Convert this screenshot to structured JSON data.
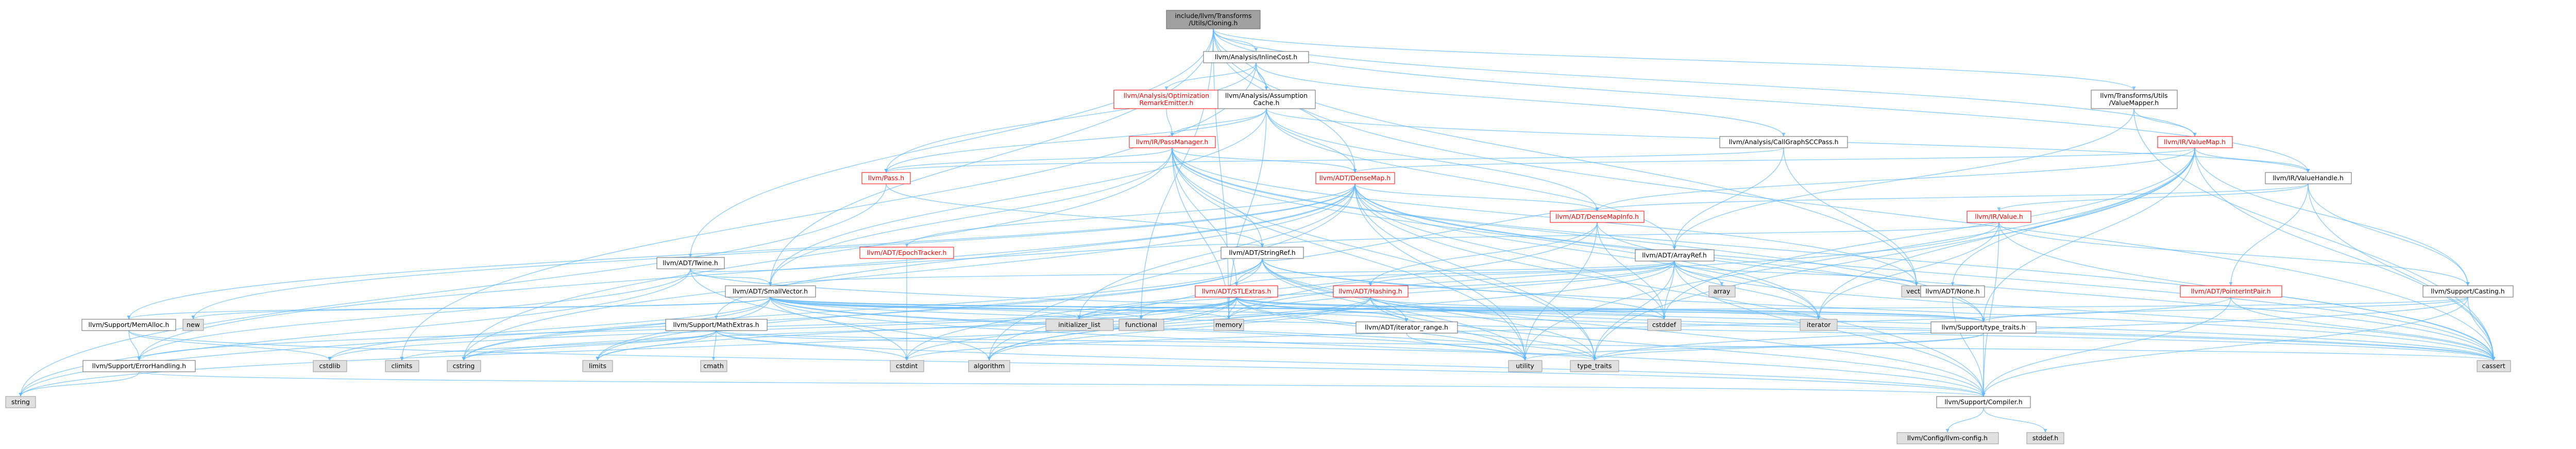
{
  "colors": {
    "edge": "#63b8ff",
    "edge_red": "#e08a8a",
    "root_fill": "#a0a0a0",
    "node_border": "#666666",
    "incomplete_border": "#ff0000",
    "external_fill": "#e0e0e0"
  },
  "nodes": [
    {
      "id": "root",
      "lines": [
        "include/llvm/Transforms",
        "/Utils/Cloning.h"
      ],
      "kind": "root"
    },
    {
      "id": "inlinecost",
      "lines": [
        "llvm/Analysis/InlineCost.h"
      ],
      "kind": "white"
    },
    {
      "id": "optremark",
      "lines": [
        "llvm/Analysis/Optimization",
        "RemarkEmitter.h"
      ],
      "kind": "red"
    },
    {
      "id": "assumption",
      "lines": [
        "llvm/Analysis/Assumption",
        "Cache.h"
      ],
      "kind": "white"
    },
    {
      "id": "callgraphscc",
      "lines": [
        "llvm/Analysis/CallGraphSCCPass.h"
      ],
      "kind": "white"
    },
    {
      "id": "valuemapperh",
      "lines": [
        "llvm/Transforms/Utils",
        "/ValueMapper.h"
      ],
      "kind": "white"
    },
    {
      "id": "passmanager",
      "lines": [
        "llvm/IR/PassManager.h"
      ],
      "kind": "red"
    },
    {
      "id": "irvaluemap",
      "lines": [
        "llvm/IR/ValueMap.h"
      ],
      "kind": "red"
    },
    {
      "id": "pass",
      "lines": [
        "llvm/Pass.h"
      ],
      "kind": "red"
    },
    {
      "id": "densemap",
      "lines": [
        "llvm/ADT/DenseMap.h"
      ],
      "kind": "red"
    },
    {
      "id": "valuehandle",
      "lines": [
        "llvm/IR/ValueHandle.h"
      ],
      "kind": "white"
    },
    {
      "id": "twine",
      "lines": [
        "llvm/ADT/Twine.h"
      ],
      "kind": "white"
    },
    {
      "id": "densemapinfo",
      "lines": [
        "llvm/ADT/DenseMapInfo.h"
      ],
      "kind": "red"
    },
    {
      "id": "irvalue",
      "lines": [
        "llvm/IR/Value.h"
      ],
      "kind": "red"
    },
    {
      "id": "epochtracker",
      "lines": [
        "llvm/ADT/EpochTracker.h"
      ],
      "kind": "red"
    },
    {
      "id": "stringref",
      "lines": [
        "llvm/ADT/StringRef.h"
      ],
      "kind": "white"
    },
    {
      "id": "arrayref",
      "lines": [
        "llvm/ADT/ArrayRef.h"
      ],
      "kind": "white"
    },
    {
      "id": "array",
      "lines": [
        "array"
      ],
      "kind": "gray"
    },
    {
      "id": "vector",
      "lines": [
        "vector"
      ],
      "kind": "gray"
    },
    {
      "id": "adtnone",
      "lines": [
        "llvm/ADT/None.h"
      ],
      "kind": "white"
    },
    {
      "id": "pointerintpair",
      "lines": [
        "llvm/ADT/PointerIntPair.h"
      ],
      "kind": "red"
    },
    {
      "id": "casting",
      "lines": [
        "llvm/Support/Casting.h"
      ],
      "kind": "white"
    },
    {
      "id": "stlextras",
      "lines": [
        "llvm/ADT/STLExtras.h"
      ],
      "kind": "red"
    },
    {
      "id": "hashing",
      "lines": [
        "llvm/ADT/Hashing.h"
      ],
      "kind": "red"
    },
    {
      "id": "smallvector",
      "lines": [
        "llvm/ADT/SmallVector.h"
      ],
      "kind": "white"
    },
    {
      "id": "memalloc",
      "lines": [
        "llvm/Support/MemAlloc.h"
      ],
      "kind": "white"
    },
    {
      "id": "mathextras",
      "lines": [
        "llvm/Support/MathExtras.h"
      ],
      "kind": "white"
    },
    {
      "id": "iteratorrange",
      "lines": [
        "llvm/ADT/iterator_range.h"
      ],
      "kind": "white"
    },
    {
      "id": "typetraitsllvm",
      "lines": [
        "llvm/Support/type_traits.h"
      ],
      "kind": "white"
    },
    {
      "id": "errorhandling",
      "lines": [
        "llvm/Support/ErrorHandling.h"
      ],
      "kind": "white"
    },
    {
      "id": "compiler",
      "lines": [
        "llvm/Support/Compiler.h"
      ],
      "kind": "white"
    },
    {
      "id": "llvmconfig",
      "lines": [
        "llvm/Config/llvm-config.h"
      ],
      "kind": "gray"
    },
    {
      "id": "stddef",
      "lines": [
        "stddef.h"
      ],
      "kind": "gray"
    },
    {
      "id": "new",
      "lines": [
        "new"
      ],
      "kind": "gray"
    },
    {
      "id": "initlist",
      "lines": [
        "initializer_list"
      ],
      "kind": "gray"
    },
    {
      "id": "functional",
      "lines": [
        "functional"
      ],
      "kind": "gray"
    },
    {
      "id": "memory",
      "lines": [
        "memory"
      ],
      "kind": "gray"
    },
    {
      "id": "cstddef",
      "lines": [
        "cstddef"
      ],
      "kind": "gray"
    },
    {
      "id": "iterator",
      "lines": [
        "iterator"
      ],
      "kind": "gray"
    },
    {
      "id": "cstdlib",
      "lines": [
        "cstdlib"
      ],
      "kind": "gray"
    },
    {
      "id": "climits",
      "lines": [
        "climits"
      ],
      "kind": "gray"
    },
    {
      "id": "cstring",
      "lines": [
        "cstring"
      ],
      "kind": "gray"
    },
    {
      "id": "cmath",
      "lines": [
        "cmath"
      ],
      "kind": "gray"
    },
    {
      "id": "limits",
      "lines": [
        "limits"
      ],
      "kind": "gray"
    },
    {
      "id": "cstdint",
      "lines": [
        "cstdint"
      ],
      "kind": "gray"
    },
    {
      "id": "algorithm",
      "lines": [
        "algorithm"
      ],
      "kind": "gray"
    },
    {
      "id": "utility",
      "lines": [
        "utility"
      ],
      "kind": "gray"
    },
    {
      "id": "typetraits",
      "lines": [
        "type_traits"
      ],
      "kind": "gray"
    },
    {
      "id": "cassert",
      "lines": [
        "cassert"
      ],
      "kind": "gray"
    },
    {
      "id": "string",
      "lines": [
        "string"
      ],
      "kind": "gray"
    }
  ],
  "edges": [
    [
      "root",
      "inlinecost"
    ],
    [
      "root",
      "assumption"
    ],
    [
      "root",
      "valuemapperh"
    ],
    [
      "root",
      "twine"
    ],
    [
      "root",
      "smallvector"
    ],
    [
      "root",
      "irvaluemap"
    ],
    [
      "root",
      "valuehandle"
    ],
    [
      "root",
      "vector"
    ],
    [
      "root",
      "functional"
    ],
    [
      "root",
      "memory"
    ],
    [
      "root",
      "densemap"
    ],
    [
      "inlinecost",
      "optremark"
    ],
    [
      "inlinecost",
      "assumption"
    ],
    [
      "inlinecost",
      "callgraphscc"
    ],
    [
      "inlinecost",
      "cassert"
    ],
    [
      "inlinecost",
      "climits"
    ],
    [
      "inlinecost",
      "pass"
    ],
    [
      "optremark",
      "passmanager"
    ],
    [
      "assumption",
      "passmanager"
    ],
    [
      "assumption",
      "densemap"
    ],
    [
      "assumption",
      "densemapinfo"
    ],
    [
      "assumption",
      "arrayref"
    ],
    [
      "assumption",
      "smallvector"
    ],
    [
      "assumption",
      "valuehandle"
    ],
    [
      "assumption",
      "pass"
    ],
    [
      "assumption",
      "memory"
    ],
    [
      "callgraphscc",
      "arrayref"
    ],
    [
      "callgraphscc",
      "pass"
    ],
    [
      "callgraphscc",
      "vector"
    ],
    [
      "valuemapperh",
      "irvaluemap"
    ],
    [
      "valuemapperh",
      "arrayref"
    ],
    [
      "valuemapperh",
      "cassert"
    ],
    [
      "passmanager",
      "pass"
    ],
    [
      "passmanager",
      "densemap"
    ],
    [
      "passmanager",
      "stlextras"
    ],
    [
      "passmanager",
      "smallvector"
    ],
    [
      "passmanager",
      "stringref"
    ],
    [
      "passmanager",
      "typetraitsllvm"
    ],
    [
      "passmanager",
      "cassert"
    ],
    [
      "passmanager",
      "cstring"
    ],
    [
      "passmanager",
      "iterator"
    ],
    [
      "passmanager",
      "list"
    ],
    [
      "passmanager",
      "memory"
    ],
    [
      "passmanager",
      "utility"
    ],
    [
      "passmanager",
      "vector"
    ],
    [
      "passmanager",
      "typetraits"
    ],
    [
      "irvaluemap",
      "densemap"
    ],
    [
      "irvaluemap",
      "densemapinfo"
    ],
    [
      "irvaluemap",
      "valuehandle"
    ],
    [
      "irvaluemap",
      "typetraitsllvm"
    ],
    [
      "irvaluemap",
      "casting"
    ],
    [
      "irvaluemap",
      "cassert"
    ],
    [
      "irvaluemap",
      "cstddef"
    ],
    [
      "irvaluemap",
      "iterator"
    ],
    [
      "irvaluemap",
      "utility"
    ],
    [
      "irvaluemap",
      "typetraits"
    ],
    [
      "irvaluemap",
      "adtnone"
    ],
    [
      "pass",
      "stringref"
    ],
    [
      "pass",
      "string"
    ],
    [
      "densemap",
      "densemapinfo"
    ],
    [
      "densemap",
      "epochtracker"
    ],
    [
      "densemap",
      "typetraitsllvm"
    ],
    [
      "densemap",
      "memalloc"
    ],
    [
      "densemap",
      "mathextras"
    ],
    [
      "densemap",
      "compiler"
    ],
    [
      "densemap",
      "errorhandling"
    ],
    [
      "densemap",
      "algorithm"
    ],
    [
      "densemap",
      "cassert"
    ],
    [
      "densemap",
      "cstddef"
    ],
    [
      "densemap",
      "cstring"
    ],
    [
      "densemap",
      "initlist"
    ],
    [
      "densemap",
      "iterator"
    ],
    [
      "densemap",
      "new"
    ],
    [
      "densemap",
      "typetraits"
    ],
    [
      "densemap",
      "utility"
    ],
    [
      "valuehandle",
      "densemapinfo"
    ],
    [
      "valuehandle",
      "pointerintpair"
    ],
    [
      "valuehandle",
      "irvalue"
    ],
    [
      "valuehandle",
      "casting"
    ],
    [
      "valuehandle",
      "cassert"
    ],
    [
      "twine",
      "smallvector"
    ],
    [
      "twine",
      "stringref"
    ],
    [
      "twine",
      "errorhandling"
    ],
    [
      "twine",
      "cassert"
    ],
    [
      "twine",
      "cstdint"
    ],
    [
      "twine",
      "string"
    ],
    [
      "densemapinfo",
      "hashing"
    ],
    [
      "densemapinfo",
      "cassert"
    ],
    [
      "densemapinfo",
      "cstddef"
    ],
    [
      "densemapinfo",
      "cstdint"
    ],
    [
      "densemapinfo",
      "tuple"
    ],
    [
      "densemapinfo",
      "utility"
    ],
    [
      "irvalue",
      "stringref"
    ],
    [
      "irvalue",
      "casting"
    ],
    [
      "irvalue",
      "compiler"
    ],
    [
      "irvalue",
      "cassert"
    ],
    [
      "irvalue",
      "iterator"
    ],
    [
      "irvalue",
      "memory"
    ],
    [
      "epochtracker",
      "cstdint"
    ],
    [
      "stringref",
      "densemapinfo"
    ],
    [
      "stringref",
      "stlextras"
    ],
    [
      "stringref",
      "iteratorrange"
    ],
    [
      "stringref",
      "compiler"
    ],
    [
      "stringref",
      "algorithm"
    ],
    [
      "stringref",
      "cassert"
    ],
    [
      "stringref",
      "cstddef"
    ],
    [
      "stringref",
      "cstring"
    ],
    [
      "stringref",
      "limits"
    ],
    [
      "stringref",
      "string"
    ],
    [
      "stringref",
      "typetraits"
    ],
    [
      "stringref",
      "utility"
    ],
    [
      "arrayref",
      "hashing"
    ],
    [
      "arrayref",
      "none"
    ],
    [
      "arrayref",
      "smallvector"
    ],
    [
      "arrayref",
      "stlextras"
    ],
    [
      "arrayref",
      "compiler"
    ],
    [
      "arrayref",
      "algorithm"
    ],
    [
      "arrayref",
      "array"
    ],
    [
      "arrayref",
      "cassert"
    ],
    [
      "arrayref",
      "cstddef"
    ],
    [
      "arrayref",
      "initlist"
    ],
    [
      "arrayref",
      "iterator"
    ],
    [
      "arrayref",
      "memory"
    ],
    [
      "arrayref",
      "typetraits"
    ],
    [
      "arrayref",
      "vector"
    ],
    [
      "adtnone",
      "compiler"
    ],
    [
      "pointerintpair",
      "compiler"
    ],
    [
      "pointerintpair",
      "cassert"
    ],
    [
      "pointerintpair",
      "cstdint"
    ],
    [
      "casting",
      "typetraitsllvm"
    ],
    [
      "casting",
      "compiler"
    ],
    [
      "casting",
      "cassert"
    ],
    [
      "casting",
      "memory"
    ],
    [
      "casting",
      "typetraits"
    ],
    [
      "stlextras",
      "iteratorrange"
    ],
    [
      "stlextras",
      "hashing"
    ],
    [
      "stlextras",
      "typetraitsllvm"
    ],
    [
      "stlextras",
      "errorhandling"
    ],
    [
      "stlextras",
      "algorithm"
    ],
    [
      "stlextras",
      "cassert"
    ],
    [
      "stlextras",
      "cstddef"
    ],
    [
      "stlextras",
      "cstdint"
    ],
    [
      "stlextras",
      "cstdlib"
    ],
    [
      "stlextras",
      "functional"
    ],
    [
      "stlextras",
      "initlist"
    ],
    [
      "stlextras",
      "iterator"
    ],
    [
      "stlextras",
      "limits"
    ],
    [
      "stlextras",
      "memory"
    ],
    [
      "stlextras",
      "typetraits"
    ],
    [
      "stlextras",
      "utility"
    ],
    [
      "hashing",
      "typetraitsllvm"
    ],
    [
      "hashing",
      "compiler"
    ],
    [
      "hashing",
      "algorithm"
    ],
    [
      "hashing",
      "cassert"
    ],
    [
      "hashing",
      "cstring"
    ],
    [
      "hashing",
      "string"
    ],
    [
      "hashing",
      "utility"
    ],
    [
      "smallvector",
      "iteratorrange"
    ],
    [
      "smallvector",
      "compiler"
    ],
    [
      "smallvector",
      "memalloc"
    ],
    [
      "smallvector",
      "typetraitsllvm"
    ],
    [
      "smallvector",
      "algorithm"
    ],
    [
      "smallvector",
      "cassert"
    ],
    [
      "smallvector",
      "cstddef"
    ],
    [
      "smallvector",
      "cstdlib"
    ],
    [
      "smallvector",
      "cstring"
    ],
    [
      "smallvector",
      "functional"
    ],
    [
      "smallvector",
      "initlist"
    ],
    [
      "smallvector",
      "iterator"
    ],
    [
      "smallvector",
      "limits"
    ],
    [
      "smallvector",
      "memory"
    ],
    [
      "smallvector",
      "new"
    ],
    [
      "smallvector",
      "typetraits"
    ],
    [
      "smallvector",
      "utility"
    ],
    [
      "memalloc",
      "compiler"
    ],
    [
      "memalloc",
      "errorhandling"
    ],
    [
      "memalloc",
      "cstdlib"
    ],
    [
      "mathextras",
      "compiler"
    ],
    [
      "mathextras",
      "cassert"
    ],
    [
      "mathextras",
      "climits"
    ],
    [
      "mathextras",
      "cmath"
    ],
    [
      "mathextras",
      "cstdint"
    ],
    [
      "mathextras",
      "cstring"
    ],
    [
      "mathextras",
      "limits"
    ],
    [
      "mathextras",
      "typetraits"
    ],
    [
      "iteratorrange",
      "utility"
    ],
    [
      "typetraitsllvm",
      "compiler"
    ],
    [
      "typetraitsllvm",
      "typetraits"
    ],
    [
      "typetraitsllvm",
      "utility"
    ],
    [
      "errorhandling",
      "compiler"
    ],
    [
      "errorhandling",
      "string"
    ],
    [
      "compiler",
      "llvmconfig"
    ],
    [
      "compiler",
      "stddef"
    ]
  ]
}
